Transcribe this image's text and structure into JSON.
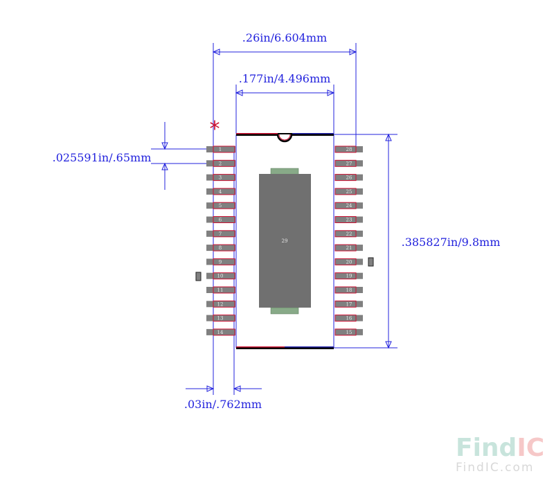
{
  "dimensions": {
    "overall_width": ".26in/6.604mm",
    "body_width": ".177in/4.496mm",
    "pin_pitch": ".025591in/.65mm",
    "body_length": ".385827in/9.8mm",
    "pin_width": ".03in/.762mm"
  },
  "pin1_marker": "*",
  "left_pins": [
    "1",
    "2",
    "3",
    "4",
    "5",
    "6",
    "7",
    "8",
    "9",
    "10",
    "11",
    "12",
    "13",
    "14"
  ],
  "right_pins": [
    "28",
    "27",
    "26",
    "25",
    "24",
    "23",
    "22",
    "21",
    "20",
    "19",
    "18",
    "17",
    "16",
    "15"
  ],
  "thermal_pad_label": "29",
  "colors": {
    "dimension": "#2222dd",
    "pad_outline": "#cc1133",
    "pad_fill": "#808080",
    "body_outline": "#000000",
    "thermal_pad": "#707070",
    "thermal_tab": "#88aa88"
  },
  "logo": {
    "main_a": "Find",
    "main_b": "IC",
    "sub": "FindIC.com"
  }
}
